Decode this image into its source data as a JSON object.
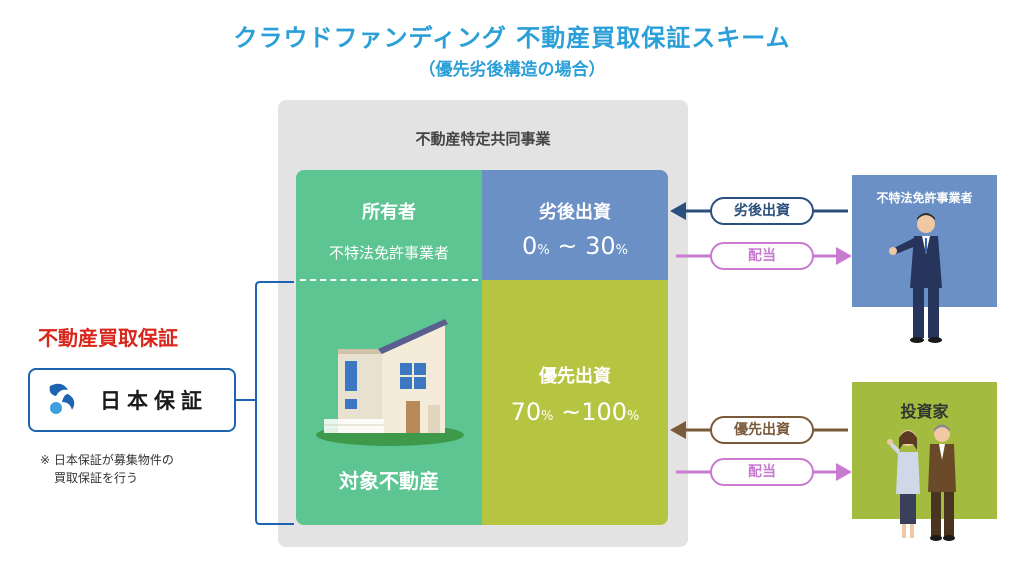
{
  "title": "クラウドファンディング 不動産買取保証スキーム",
  "subtitle": "（優先劣後構造の場合）",
  "scheme": {
    "label": "不動産特定共同事業",
    "owner": {
      "title": "所有者",
      "subtitle": "不特法免許事業者"
    },
    "subordinated": {
      "title": "劣後出資",
      "range_from": "0",
      "range_to": "30",
      "unit": "%",
      "tilde": "~"
    },
    "senior": {
      "title": "優先出資",
      "range_from": "70",
      "range_to": "100",
      "unit": "%",
      "tilde": "~"
    },
    "property": {
      "title": "対象不動産"
    }
  },
  "flows": {
    "subordinated_label": "劣後出資",
    "senior_label": "優先出資",
    "dividend_label": "配当"
  },
  "parties": {
    "operator": "不特法免許事業者",
    "investor": "投資家"
  },
  "guarantee": {
    "title": "不動産買取保証",
    "company": "日本保証",
    "note_line1": "※ 日本保証が募集物件の",
    "note_line2": "買取保証を行う"
  },
  "colors": {
    "title": "#2a9fd8",
    "green": "#5cc592",
    "blue": "#6a90c5",
    "olive": "#b5c542",
    "investor": "#a3bb3e",
    "dividend": "#c77ad0",
    "senior_arrow": "#7a5a3a",
    "sub_arrow": "#2b4f7d",
    "guarantee": "#d9261c"
  }
}
